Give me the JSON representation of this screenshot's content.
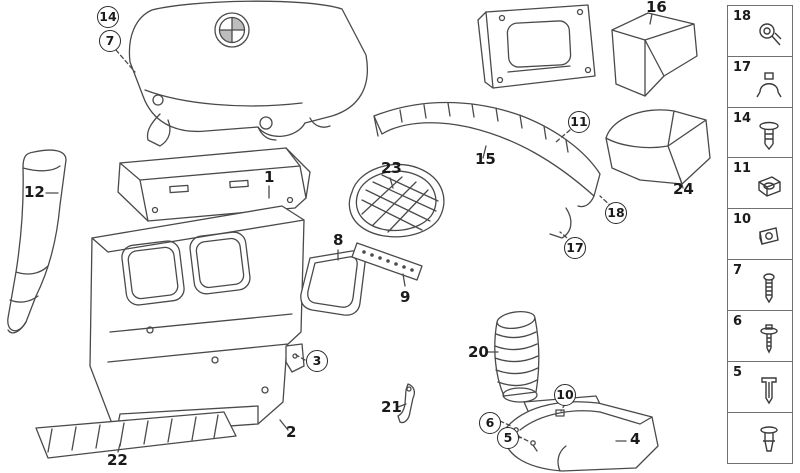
{
  "diagram": {
    "type": "exploded-parts-diagram",
    "description": "BMW OEM parts diagram: engine cover, air ducts, front panel, trim and fastener hardware",
    "background_color": "#ffffff",
    "line_color": "#4a4a4a"
  },
  "callouts": [
    {
      "label": "14",
      "circled": true
    },
    {
      "label": "7",
      "circled": true
    },
    {
      "label": "12",
      "circled": false
    },
    {
      "label": "1",
      "circled": false
    },
    {
      "label": "23",
      "circled": false
    },
    {
      "label": "8",
      "circled": false
    },
    {
      "label": "9",
      "circled": false
    },
    {
      "label": "15",
      "circled": false
    },
    {
      "label": "11",
      "circled": true
    },
    {
      "label": "16",
      "circled": false
    },
    {
      "label": "24",
      "circled": false
    },
    {
      "label": "18",
      "circled": true
    },
    {
      "label": "17",
      "circled": true
    },
    {
      "label": "3",
      "circled": true
    },
    {
      "label": "2",
      "circled": false
    },
    {
      "label": "21",
      "circled": false
    },
    {
      "label": "22",
      "circled": false
    },
    {
      "label": "20",
      "circled": false
    },
    {
      "label": "6",
      "circled": true
    },
    {
      "label": "5",
      "circled": true
    },
    {
      "label": "10",
      "circled": true
    },
    {
      "label": "4",
      "circled": false
    }
  ],
  "sidebar": {
    "items": [
      {
        "number": "18",
        "icon": "eyelet-clip-icon"
      },
      {
        "number": "17",
        "icon": "hose-clamp-icon"
      },
      {
        "number": "14",
        "icon": "blind-rivet-icon"
      },
      {
        "number": "11",
        "icon": "cage-clip-icon"
      },
      {
        "number": "10",
        "icon": "clip-nut-icon"
      },
      {
        "number": "7",
        "icon": "screw-icon"
      },
      {
        "number": "6",
        "icon": "washer-screw-icon"
      },
      {
        "number": "5",
        "icon": "expansion-rivet-icon"
      },
      {
        "number": "",
        "icon": "plastic-rivet-icon"
      }
    ]
  }
}
